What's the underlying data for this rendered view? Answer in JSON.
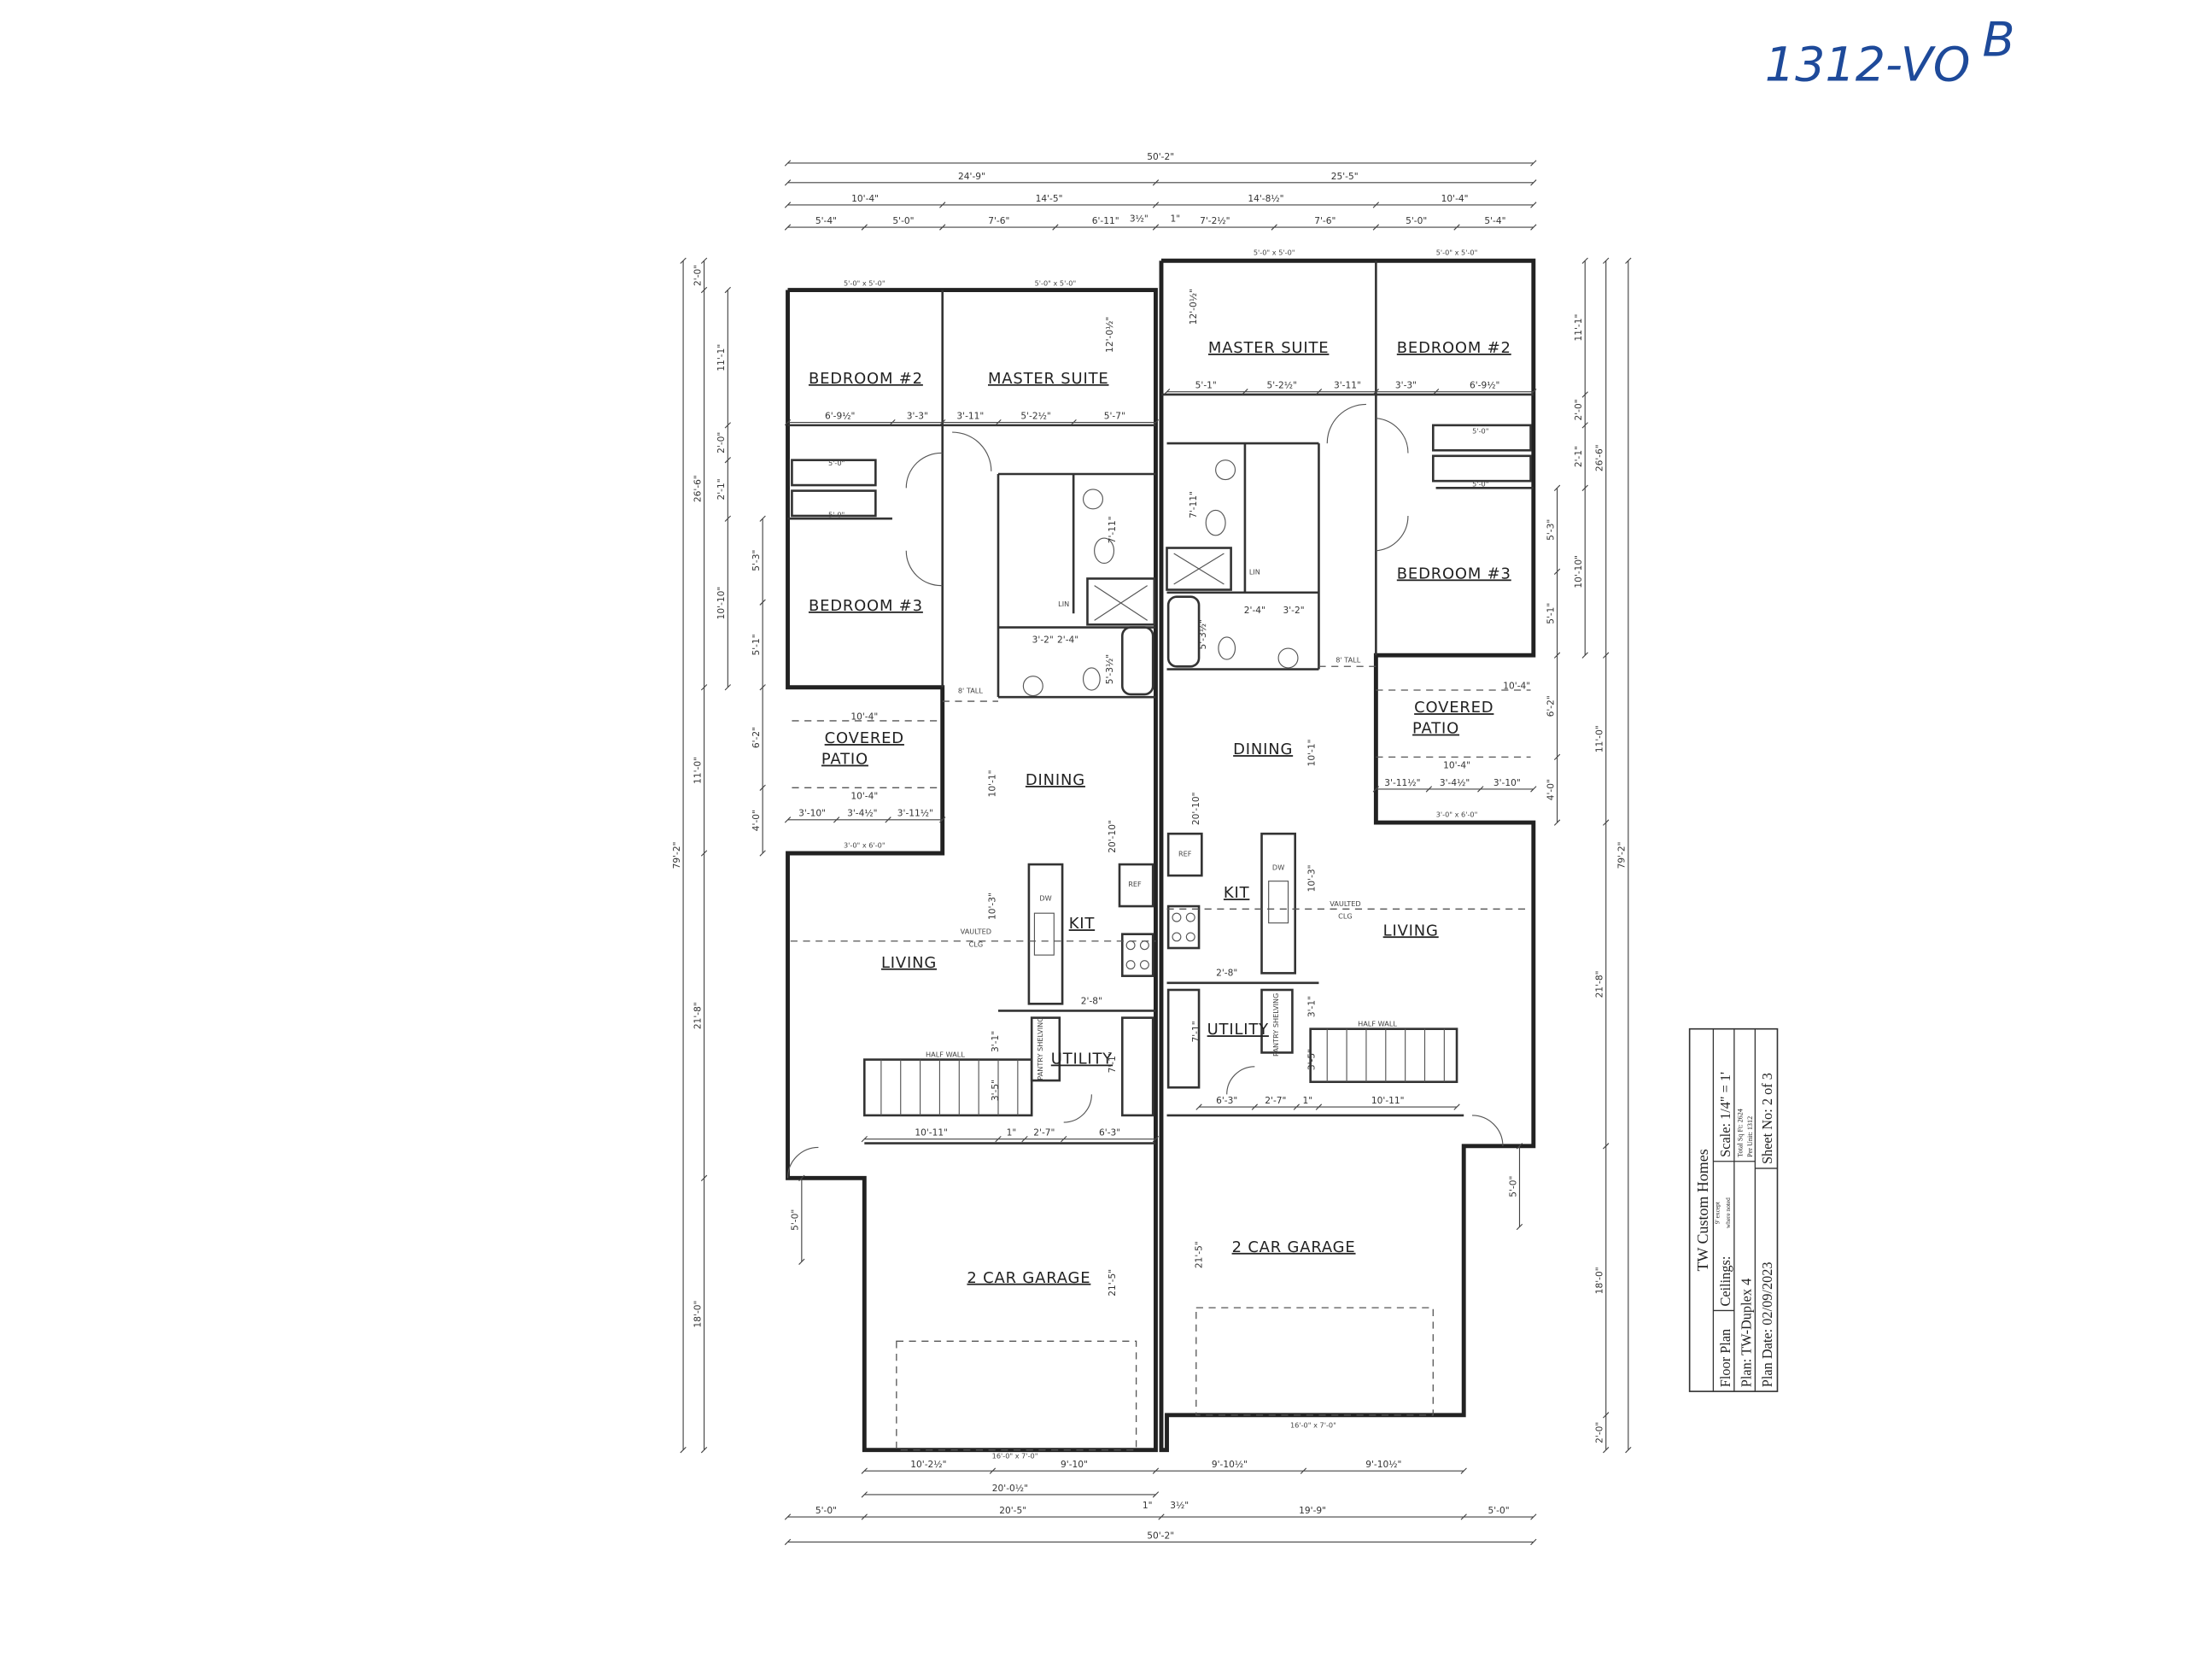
{
  "handwritten": {
    "code": "1312-VO",
    "letter": "B",
    "ink_color": "#1e4a9a"
  },
  "title_block": {
    "company": "TW Custom Homes",
    "sheet_type": "Floor Plan",
    "ceilings_label": "Ceilings:",
    "ceilings_note_top": "9' except",
    "ceilings_note_bottom": "where noted",
    "scale": "Scale: 1/4\" = 1'",
    "total_sqft": "Total Sq Ft: 2624",
    "per_unit": "Per Unit: 1312",
    "plan": "Plan: TW-Duplex 4",
    "plan_date": "Plan Date: 02/09/2023",
    "sheet_no": "Sheet No: 2 of 3"
  },
  "rooms": {
    "left": {
      "bedroom2": "BEDROOM #2",
      "master": "MASTER SUITE",
      "bedroom3": "BEDROOM #3",
      "patio1": "COVERED",
      "patio2": "PATIO",
      "dining": "DINING",
      "kit": "KIT",
      "living": "LIVING",
      "garage": "2 CAR GARAGE",
      "utility": "UTILITY"
    },
    "right": {
      "bedroom2": "BEDROOM #2",
      "master": "MASTER SUITE",
      "bedroom3": "BEDROOM #3",
      "patio1": "COVERED",
      "patio2": "PATIO",
      "dining": "DINING",
      "kit": "KIT",
      "living": "LIVING",
      "garage": "2 CAR GARAGE",
      "utility": "UTILITY"
    }
  },
  "notes": {
    "vaulted1": "VAULTED",
    "vaulted2": "CLG",
    "half_wall": "HALF WALL",
    "tall": "8' TALL",
    "pantry": "PANTRY SHELVING",
    "lin": "LIN",
    "ref": "REF",
    "dw": "DW",
    "window_bed": "5'-0\" x 5'-0\"",
    "window_patio": "3'-0\" x 6'-0\"",
    "garage_door": "16'-0\" x 7'-0\"",
    "closet": "5'-0\""
  },
  "dims": {
    "top": {
      "overall": "50'-2\"",
      "unit_left": "24'-9\"",
      "unit_right": "25'-5\"",
      "row2": [
        "10'-4\"",
        "14'-5\"",
        "14'-8½\"",
        "10'-4\""
      ],
      "row3": [
        "5'-4\"",
        "5'-0\"",
        "7'-6\"",
        "6'-11\"",
        "7'-2½\"",
        "7'-6\"",
        "5'-0\"",
        "5'-4\""
      ],
      "party_wall": [
        "3½\"",
        "1\""
      ]
    },
    "bottom": {
      "row1": [
        "10'-2½\"",
        "9'-10\"",
        "9'-10½\"",
        "9'-10½\""
      ],
      "row2": [
        "20'-0½\""
      ],
      "row3": [
        "5'-0\"",
        "20'-5\"",
        "19'-9\"",
        "5'-0\""
      ],
      "overall": "50'-2\"",
      "party_wall": [
        "1\"",
        "3½\""
      ]
    },
    "left": {
      "overall": "79'-2\"",
      "outer": [
        "2'-0\"",
        "26'-6\"",
        "11'-0\"",
        "21'-8\"",
        "18'-0\""
      ],
      "mid": [
        "11'-1\"",
        "2'-0\"",
        "2'-1\"",
        "10'-10\""
      ],
      "inner": [
        "5'-3\"",
        "5'-1\"",
        "6'-2\"",
        "4'-0\""
      ],
      "garage": "5'-0\""
    },
    "right": {
      "overall": "79'-2\"",
      "outer": [
        "26'-6\"",
        "11'-0\"",
        "21'-8\"",
        "18'-0\"",
        "2'-0\""
      ],
      "mid": [
        "11'-1\"",
        "2'-0\"",
        "2'-1\"",
        "10'-10\""
      ],
      "inner": [
        "5'-3\"",
        "5'-1\"",
        "6'-2\"",
        "4'-0\""
      ],
      "garage": "5'-0\""
    },
    "interior_left": {
      "bed": [
        "6'-9½\"",
        "3'-3\"",
        "3'-11\"",
        "5'-2½\"",
        "5'-7\""
      ],
      "master_h": "12'-0½\"",
      "bath": [
        "3'-2\"",
        "2'-4\""
      ],
      "bath_v": "5'-3½\"",
      "wc": "7'-11\"",
      "patio": [
        "10'-4\"",
        "10'-4\"",
        "3'-10\"",
        "3'-4½\"",
        "3'-11½\""
      ],
      "dining": "10'-1\"",
      "dining_total": "20'-10\"",
      "kit": "10'-3\"",
      "util": [
        "3'-1\"",
        "3'-5\"",
        "7'-1\""
      ],
      "garage_top": [
        "10'-11\"",
        "1\"",
        "2'-7\"",
        "6'-3\""
      ],
      "garage_v": "21'-5\"",
      "door": "2'-8\""
    },
    "interior_right": {
      "bed": [
        "5'-1\"",
        "5'-2½\"",
        "3'-11\"",
        "3'-3\"",
        "6'-9½\""
      ],
      "master_h": "12'-0½\"",
      "bath": [
        "2'-4\"",
        "3'-2\""
      ],
      "bath_v": "5'-3½\"",
      "wc": "7'-11\"",
      "patio": [
        "10'-4\"",
        "10'-4\"",
        "3'-11½\"",
        "3'-4½\"",
        "3'-10\""
      ],
      "dining": "10'-1\"",
      "dining_total": "20'-10\"",
      "kit": "10'-3\"",
      "util": [
        "3'-1\"",
        "3'-5\"",
        "7'-1\""
      ],
      "garage_top": [
        "6'-3\"",
        "2'-7\"",
        "1\"",
        "10'-11\""
      ],
      "garage_v": "21'-5\"",
      "door": "2'-8\""
    }
  }
}
